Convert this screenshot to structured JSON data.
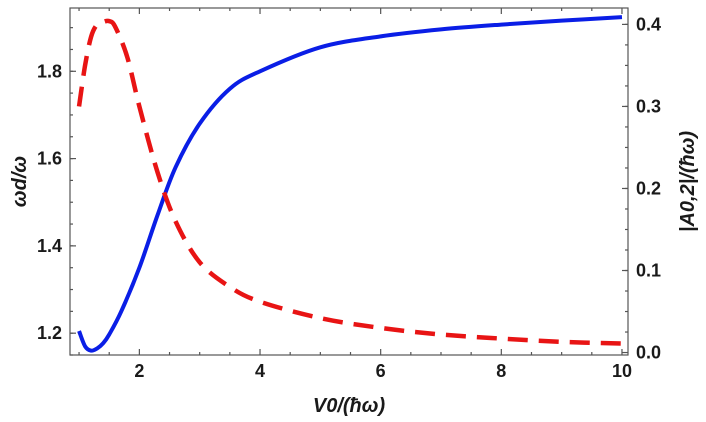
{
  "chart_data": {
    "type": "line",
    "xlabel": "V0/(ħω)",
    "ylabel_left": "ωd/ω",
    "ylabel_right": "|A0,2|/(ħω)",
    "xlim": [
      0.85,
      10.1
    ],
    "ylim_left": [
      1.15,
      1.945
    ],
    "ylim_right": [
      -0.003,
      0.42
    ],
    "x_ticks": [
      "2",
      "4",
      "6",
      "8",
      "10"
    ],
    "y_left_ticks": [
      "1.2",
      "1.4",
      "1.6",
      "1.8"
    ],
    "y_right_ticks": [
      "0.0",
      "0.1",
      "0.2",
      "0.3",
      "0.4"
    ],
    "grid": false,
    "series": [
      {
        "axis": "left",
        "color": "#0a1ee6",
        "style": "solid",
        "x": [
          1.0,
          1.1,
          1.2,
          1.3,
          1.4,
          1.5,
          1.7,
          2.0,
          2.3,
          2.6,
          3.0,
          3.5,
          4.0,
          5.0,
          6.0,
          7.0,
          8.0,
          9.0,
          10.0
        ],
        "y": [
          1.205,
          1.17,
          1.16,
          1.165,
          1.177,
          1.197,
          1.25,
          1.35,
          1.47,
          1.58,
          1.68,
          1.76,
          1.8,
          1.855,
          1.88,
          1.896,
          1.907,
          1.916,
          1.924
        ]
      },
      {
        "axis": "right",
        "color": "#e81414",
        "style": "dashed",
        "x": [
          1.0,
          1.1,
          1.2,
          1.3,
          1.4,
          1.5,
          1.6,
          1.8,
          2.0,
          2.3,
          2.6,
          3.0,
          3.5,
          4.0,
          5.0,
          6.0,
          7.0,
          8.0,
          9.0,
          10.0
        ],
        "y": [
          0.3,
          0.35,
          0.385,
          0.4,
          0.403,
          0.404,
          0.397,
          0.36,
          0.3,
          0.22,
          0.16,
          0.11,
          0.08,
          0.062,
          0.042,
          0.03,
          0.022,
          0.017,
          0.013,
          0.011
        ]
      }
    ]
  }
}
